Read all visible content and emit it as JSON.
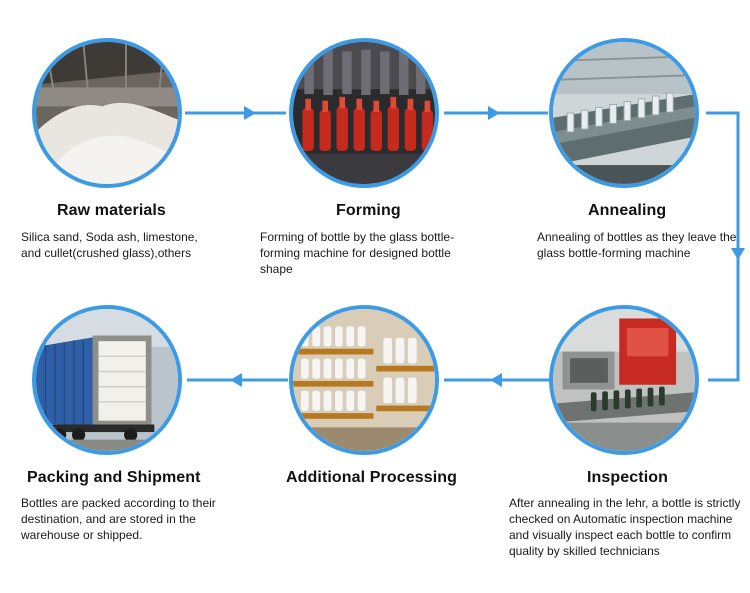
{
  "colors": {
    "accent": "#3d9be6",
    "text": "#111111"
  },
  "steps": [
    {
      "title": "Raw materials",
      "description": "Silica sand, Soda ash, limestone, and cullet(crushed glass),others",
      "icon": "raw-materials-photo"
    },
    {
      "title": "Forming",
      "description": "Forming of bottle by the glass bottle-forming machine for designed bottle shape",
      "icon": "forming-machine-photo"
    },
    {
      "title": "Annealing",
      "description": "Annealing of bottles as they leave the glass bottle-forming machine",
      "icon": "annealing-line-photo"
    },
    {
      "title": "Inspection",
      "description": "After annealing in the lehr, a bottle is strictly checked on Automatic inspection machine and visually inspect each bottle to confirm quality by skilled technicians",
      "icon": "inspection-machine-photo"
    },
    {
      "title": "Additional Processing",
      "description": "",
      "icon": "processed-bottles-photo"
    },
    {
      "title": "Packing and Shipment",
      "description": "Bottles are packed according to their destination, and are stored in the warehouse or shipped.",
      "icon": "shipping-container-photo"
    }
  ]
}
